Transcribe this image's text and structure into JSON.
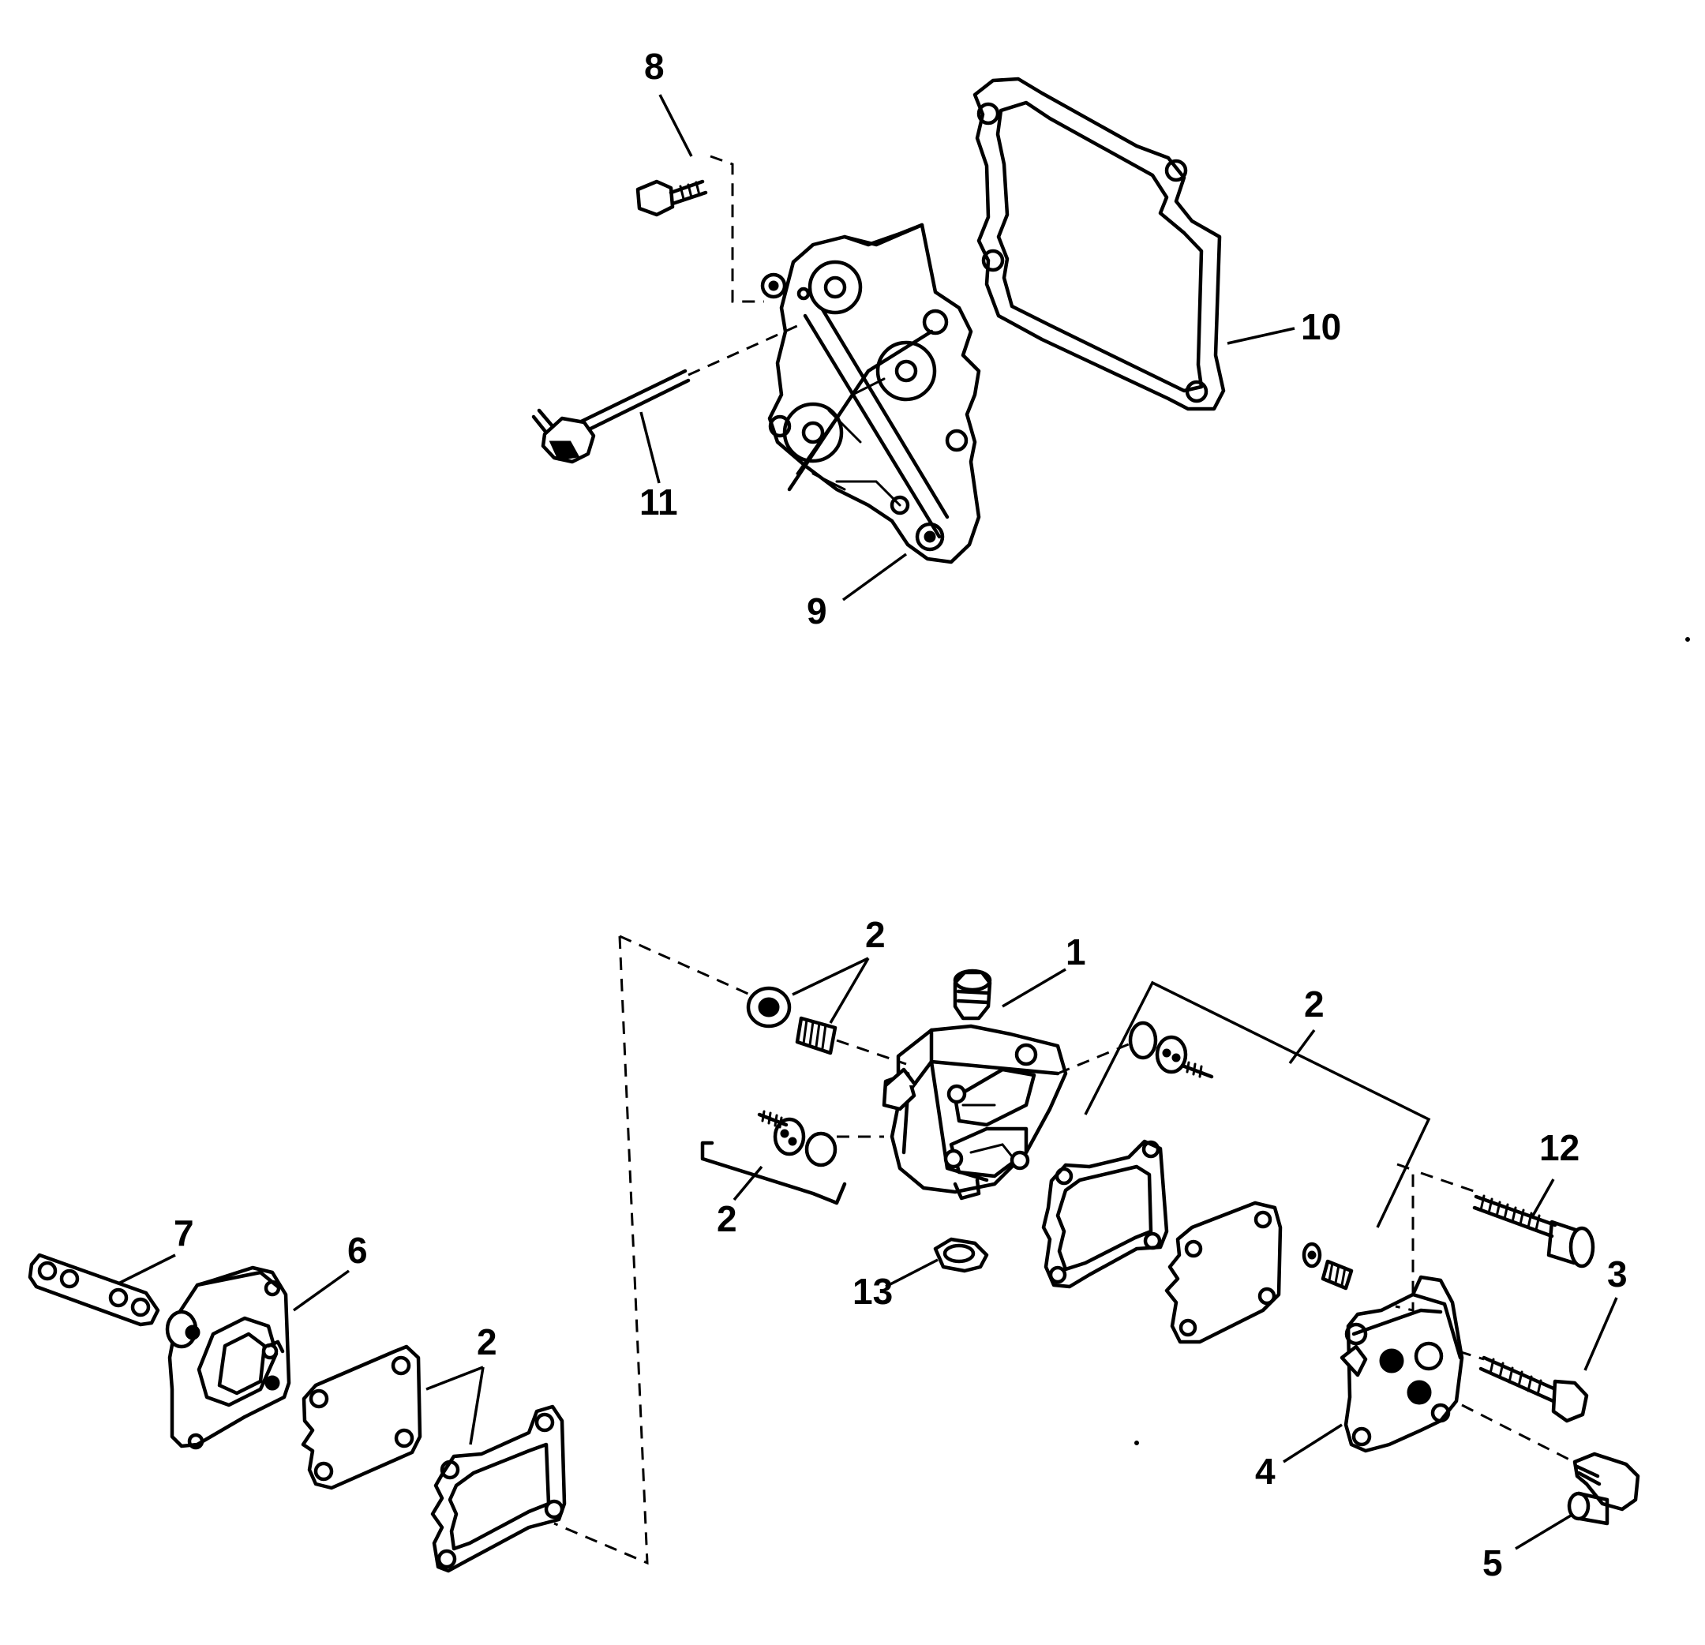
{
  "callouts": {
    "c1": "1",
    "c2_top_a": "2",
    "c2_top_b": "2",
    "c2_left_lower": "2",
    "c2_bottom": "2",
    "c3": "3",
    "c4": "4",
    "c5": "5",
    "c6": "6",
    "c7": "7",
    "c8": "8",
    "c9": "9",
    "c10": "10",
    "c11": "11",
    "c12": "12",
    "c13": "13"
  }
}
